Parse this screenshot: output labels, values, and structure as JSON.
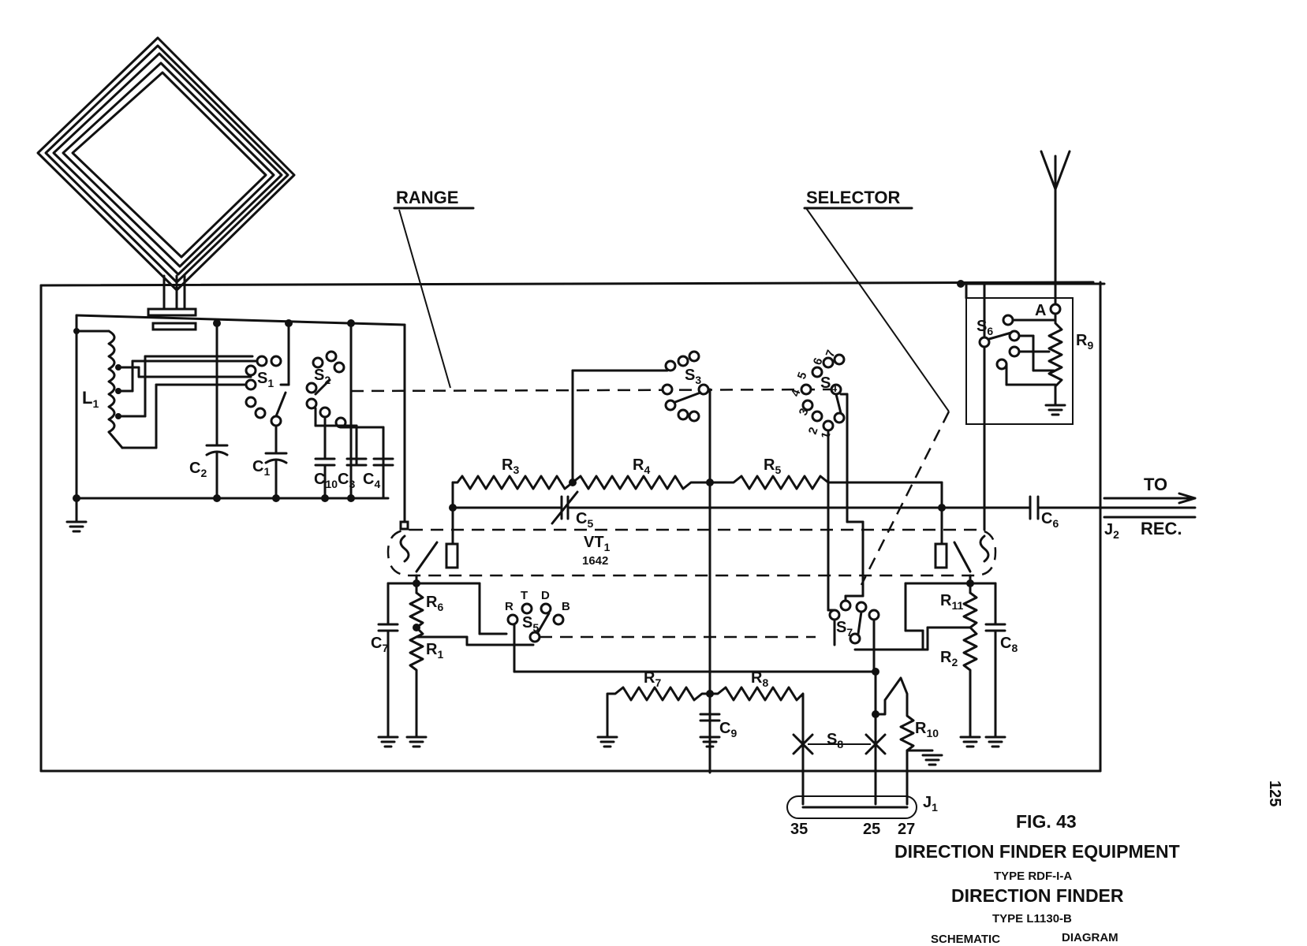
{
  "labels": {
    "range": "RANGE",
    "selector": "SELECTOR",
    "to": "TO",
    "rec": "REC.",
    "j2": "J",
    "j2_sub": "2",
    "j1": "J",
    "j1_sub": "1",
    "vt1": "VT",
    "vt1_sub": "1",
    "vt1_type": "1642",
    "l1": "L",
    "l1_sub": "1",
    "a": "A",
    "page_number": "125"
  },
  "components": {
    "resistors": [
      {
        "id": "R3",
        "letter": "R",
        "sub": "3"
      },
      {
        "id": "R4",
        "letter": "R",
        "sub": "4"
      },
      {
        "id": "R5",
        "letter": "R",
        "sub": "5"
      },
      {
        "id": "R6",
        "letter": "R",
        "sub": "6"
      },
      {
        "id": "R1",
        "letter": "R",
        "sub": "1"
      },
      {
        "id": "R7",
        "letter": "R",
        "sub": "7"
      },
      {
        "id": "R8",
        "letter": "R",
        "sub": "8"
      },
      {
        "id": "R11",
        "letter": "R",
        "sub": "11"
      },
      {
        "id": "R2",
        "letter": "R",
        "sub": "2"
      },
      {
        "id": "R9",
        "letter": "R",
        "sub": "9"
      },
      {
        "id": "R10",
        "letter": "R",
        "sub": "10"
      }
    ],
    "capacitors": [
      {
        "id": "C2",
        "letter": "C",
        "sub": "2"
      },
      {
        "id": "C1",
        "letter": "C",
        "sub": "1"
      },
      {
        "id": "C10",
        "letter": "C",
        "sub": "10"
      },
      {
        "id": "C3",
        "letter": "C",
        "sub": "3"
      },
      {
        "id": "C4",
        "letter": "C",
        "sub": "4"
      },
      {
        "id": "C5",
        "letter": "C",
        "sub": "5"
      },
      {
        "id": "C6",
        "letter": "C",
        "sub": "6"
      },
      {
        "id": "C7",
        "letter": "C",
        "sub": "7"
      },
      {
        "id": "C8",
        "letter": "C",
        "sub": "8"
      },
      {
        "id": "C9",
        "letter": "C",
        "sub": "9"
      }
    ],
    "switches": [
      {
        "id": "S1",
        "letter": "S",
        "sub": "1"
      },
      {
        "id": "S2",
        "letter": "S",
        "sub": "2"
      },
      {
        "id": "S3",
        "letter": "S",
        "sub": "3"
      },
      {
        "id": "S4",
        "letter": "S",
        "sub": "4"
      },
      {
        "id": "S5",
        "letter": "S",
        "sub": "5"
      },
      {
        "id": "S6",
        "letter": "S",
        "sub": "6"
      },
      {
        "id": "S7",
        "letter": "S",
        "sub": "7"
      },
      {
        "id": "S8",
        "letter": "S",
        "sub": "8"
      }
    ]
  },
  "switch_positions": {
    "s4": [
      "1",
      "2",
      "3",
      "4",
      "5",
      "6",
      "7"
    ],
    "s5": [
      "R",
      "T",
      "D",
      "B"
    ]
  },
  "jack_pins": [
    "35",
    "25",
    "27"
  ],
  "caption": {
    "fig": "FIG. 43",
    "line1": "DIRECTION FINDER EQUIPMENT",
    "line2": "TYPE  RDF-I-A",
    "line3": "DIRECTION FINDER",
    "line4": "TYPE L1130-B",
    "line5a": "SCHEMATIC",
    "line5b": "DIAGRAM"
  }
}
